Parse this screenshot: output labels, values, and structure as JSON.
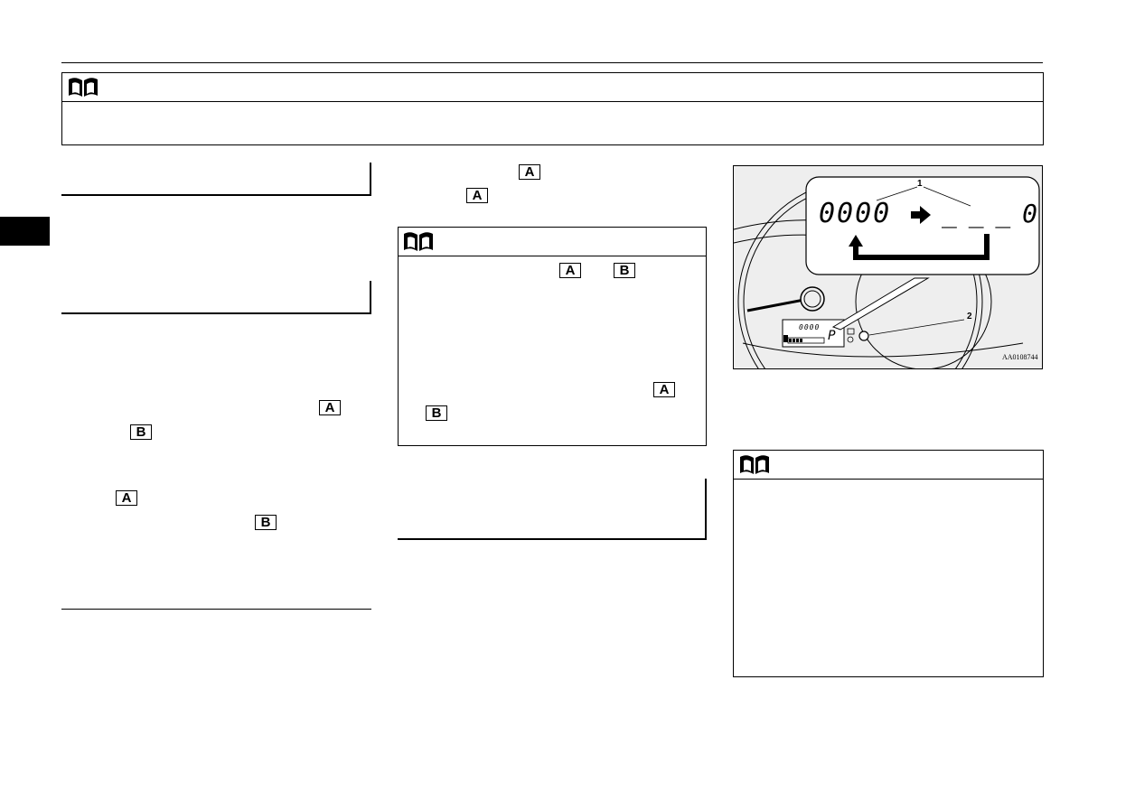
{
  "note_icon": "open-book-note-icon",
  "keys": {
    "a": "A",
    "b": "B"
  },
  "figure": {
    "callout_1": "1",
    "callout_2": "2",
    "display_before": "0000",
    "display_after": "_ _ _ 0",
    "small_display": "0000",
    "gear_indicator": "P",
    "code": "AA0108744"
  },
  "colors": {
    "ink": "#000000",
    "figure_bg": "#eeeeee",
    "page_bg": "#ffffff"
  }
}
